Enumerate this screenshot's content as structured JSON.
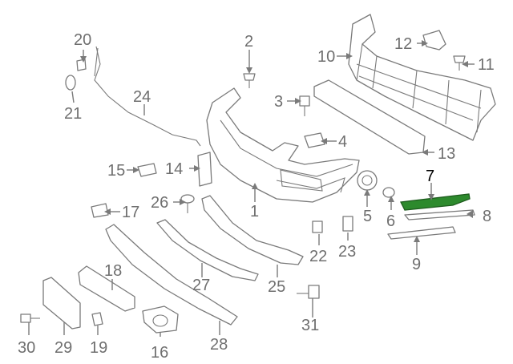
{
  "highlight_color": "#2d8a2d",
  "callouts": {
    "p1": "1",
    "p2": "2",
    "p3": "3",
    "p4": "4",
    "p5": "5",
    "p6": "6",
    "p7": "7",
    "p8": "8",
    "p9": "9",
    "p10": "10",
    "p11": "11",
    "p12": "12",
    "p13": "13",
    "p15": "15",
    "p16": "16",
    "p17": "17",
    "p18": "18",
    "p19": "19",
    "p20": "20",
    "p21": "21",
    "p22": "22",
    "p23": "23",
    "p24": "24",
    "p25": "25",
    "p26": "26",
    "p27": "27",
    "p28": "28",
    "p29": "29",
    "p30": "30",
    "p31": "31",
    "p14": "14"
  }
}
